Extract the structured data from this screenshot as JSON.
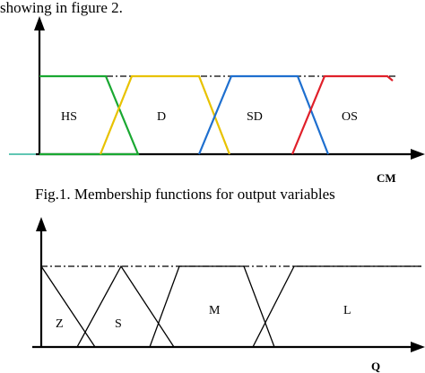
{
  "intro_text": "showing in figure 2.",
  "figure1": {
    "caption": "Fig.1.   Membership functions for output variables",
    "axis_label": "CM",
    "labels": [
      "HS",
      "D",
      "SD",
      "OS"
    ],
    "colors": {
      "HS": "#1aa832",
      "D": "#e8c200",
      "SD": "#1e6fcf",
      "OS": "#e0202a"
    }
  },
  "figure2": {
    "axis_label": "Q",
    "labels": [
      "Z",
      "S",
      "M",
      "L"
    ]
  }
}
